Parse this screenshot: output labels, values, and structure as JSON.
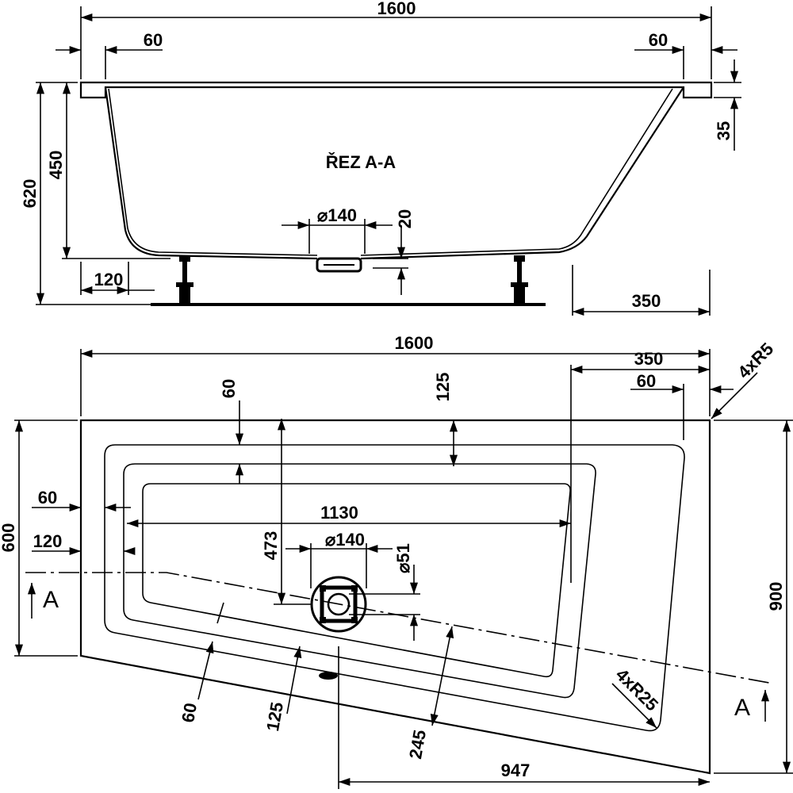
{
  "section": {
    "title": "ŘEZ A-A",
    "dims": {
      "overall_length": "1600",
      "rim_left": "60",
      "rim_right": "60",
      "total_height": "620",
      "inner_depth": "450",
      "rim_thickness": "35",
      "waste_diameter": "⌀140",
      "waste_drop": "20",
      "leg_offset": "120",
      "leg_right": "350"
    }
  },
  "plan": {
    "dims": {
      "overall_length": "1600",
      "right_end": "350",
      "right_rim": "60",
      "corner_radius_outer": "4xR5",
      "top_rim": "60",
      "top_inner": "125",
      "left_rim": "60",
      "left_inner": "120",
      "height_left": "600",
      "height_right": "900",
      "inner_length": "1130",
      "waste_distance": "473",
      "waste_diameter": "⌀140",
      "overflow_diameter": "⌀51",
      "bottom_rim": "60",
      "bottom_inner": "125",
      "bottom_deep": "245",
      "bottom_length": "947",
      "corner_radius_inner": "4xR25"
    },
    "section_marker_left": "A",
    "section_marker_right": "A"
  }
}
